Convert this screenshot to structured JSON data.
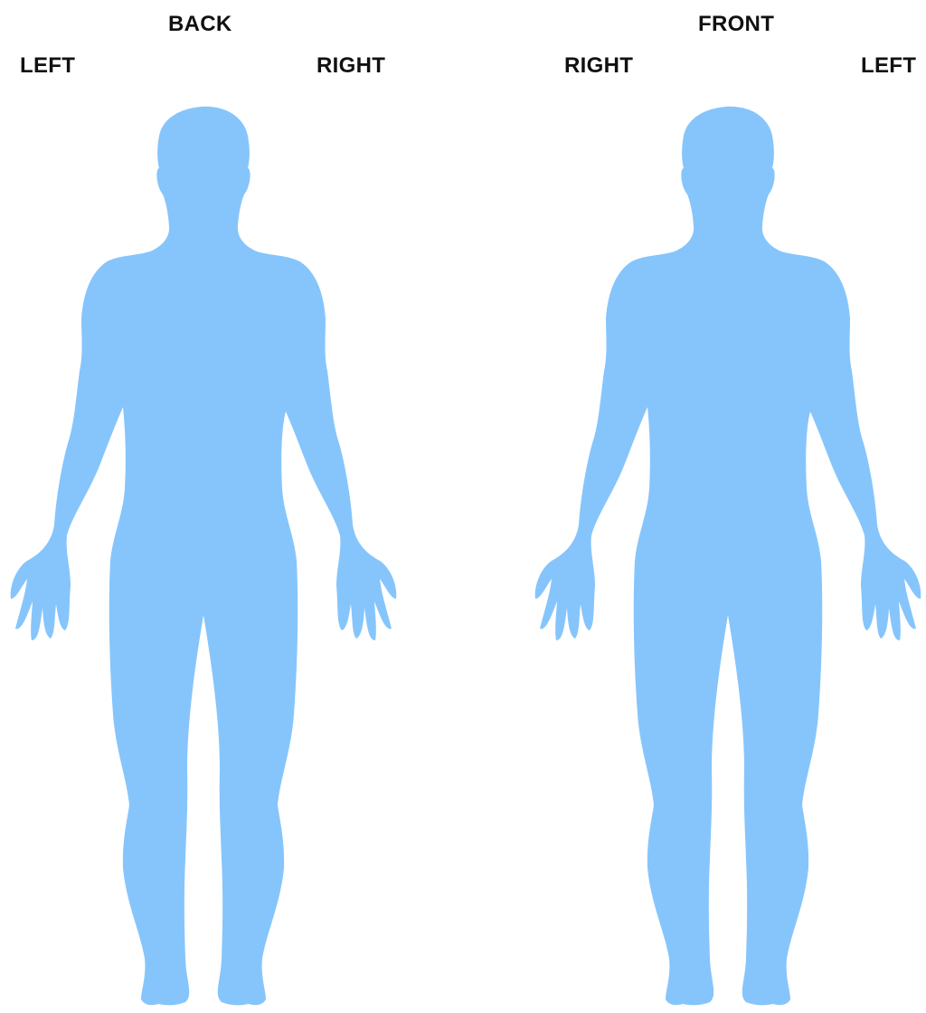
{
  "figures": {
    "back": {
      "title": "BACK",
      "side_left": "LEFT",
      "side_right": "RIGHT"
    },
    "front": {
      "title": "FRONT",
      "side_left": "RIGHT",
      "side_right": "LEFT"
    }
  },
  "colors": {
    "body_fill": "#86c5fb",
    "label_text": "#111111",
    "background": "#ffffff"
  }
}
